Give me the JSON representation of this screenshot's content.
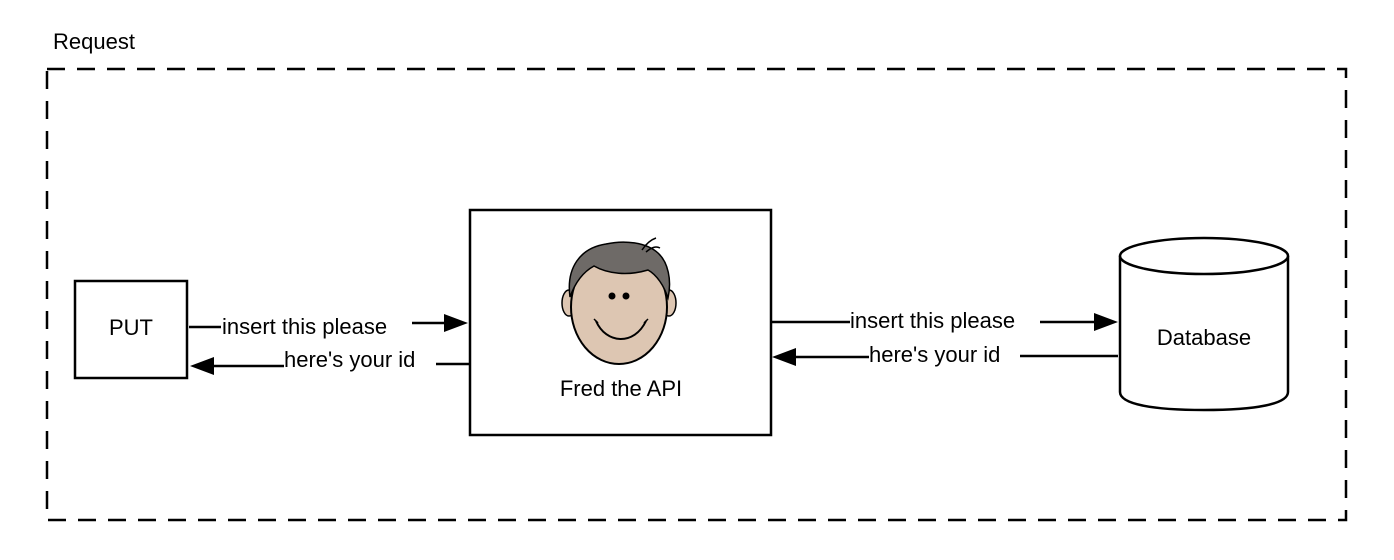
{
  "diagram": {
    "group_label": "Request",
    "client": {
      "label": "PUT"
    },
    "api": {
      "label": "Fred the API",
      "icon": "cartoon-face-icon"
    },
    "database": {
      "label": "Database"
    },
    "client_to_api": {
      "label": "insert this please"
    },
    "api_to_client": {
      "label": "here's your id"
    },
    "api_to_database": {
      "label": "insert this please"
    },
    "database_to_api": {
      "label": "here's your id"
    }
  }
}
